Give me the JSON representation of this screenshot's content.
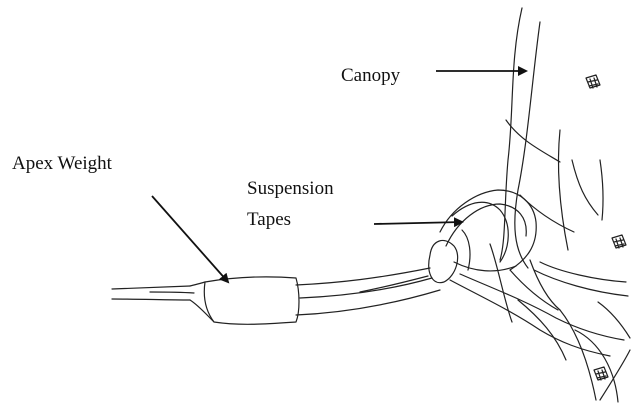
{
  "labels": {
    "canopy": "Canopy",
    "apex_weight": "Apex Weight",
    "suspension_line1": "Suspension",
    "suspension_line2": "Tapes"
  },
  "colors": {
    "ink": "#111111",
    "background": "#ffffff"
  }
}
